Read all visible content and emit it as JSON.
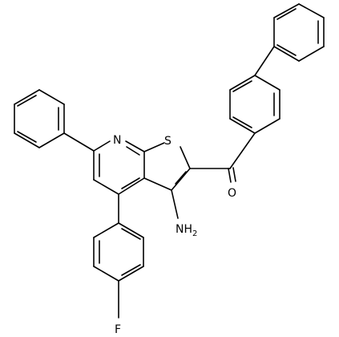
{
  "molecule": {
    "atom_labels": {
      "nitrogen": "N",
      "sulfur": "S",
      "oxygen": "O",
      "amine": "NH",
      "amine_subscript": "2",
      "fluorine": "F"
    }
  }
}
